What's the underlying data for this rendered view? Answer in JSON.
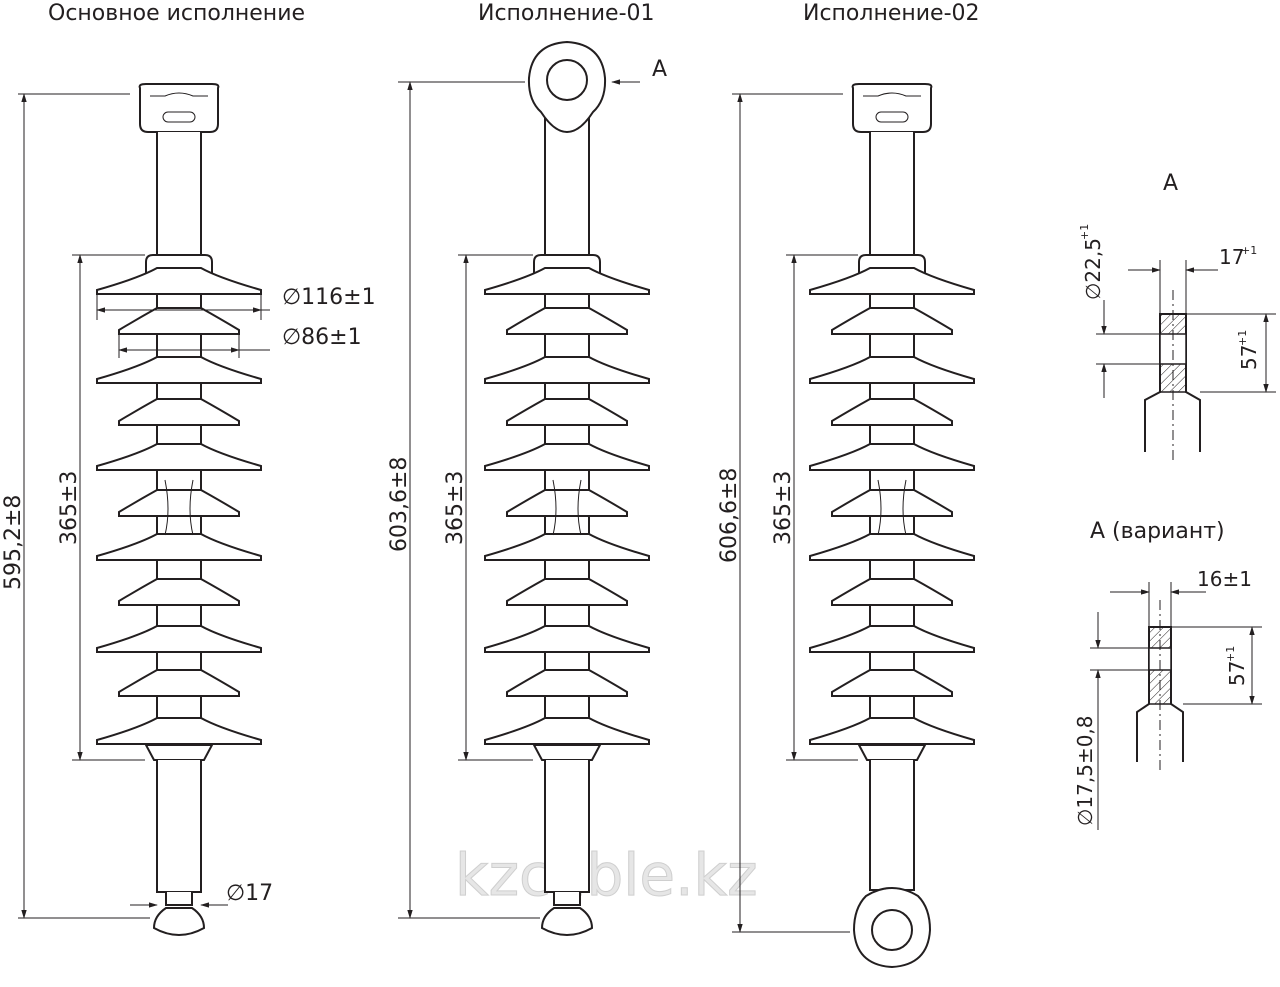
{
  "variants": {
    "main": {
      "title": "Основное исполнение",
      "overall": "595,2±8",
      "shed_span": "365±3",
      "d_large": "∅116±1",
      "d_small": "∅86±1",
      "d_pin": "∅17"
    },
    "v01": {
      "title": "Исполнение-01",
      "overall": "603,6±8",
      "shed_span": "365±3",
      "view_marker": "А"
    },
    "v02": {
      "title": "Исполнение-02",
      "overall": "606,6±8",
      "shed_span": "365±3"
    }
  },
  "detail_a": {
    "title": "А",
    "dia": "∅22,5",
    "dia_tol": "+1",
    "width": "17",
    "width_tol": "+1",
    "height": "57",
    "height_tol": "+1"
  },
  "detail_a_variant": {
    "title": "А (вариант)",
    "width": "16±1",
    "height": "57",
    "height_tol": "+1",
    "dia": "∅17,5±0,8"
  },
  "watermark": "kzcable.kz",
  "colors": {
    "line": "#231f20",
    "background": "#ffffff",
    "watermark": "#e6e6e6"
  }
}
